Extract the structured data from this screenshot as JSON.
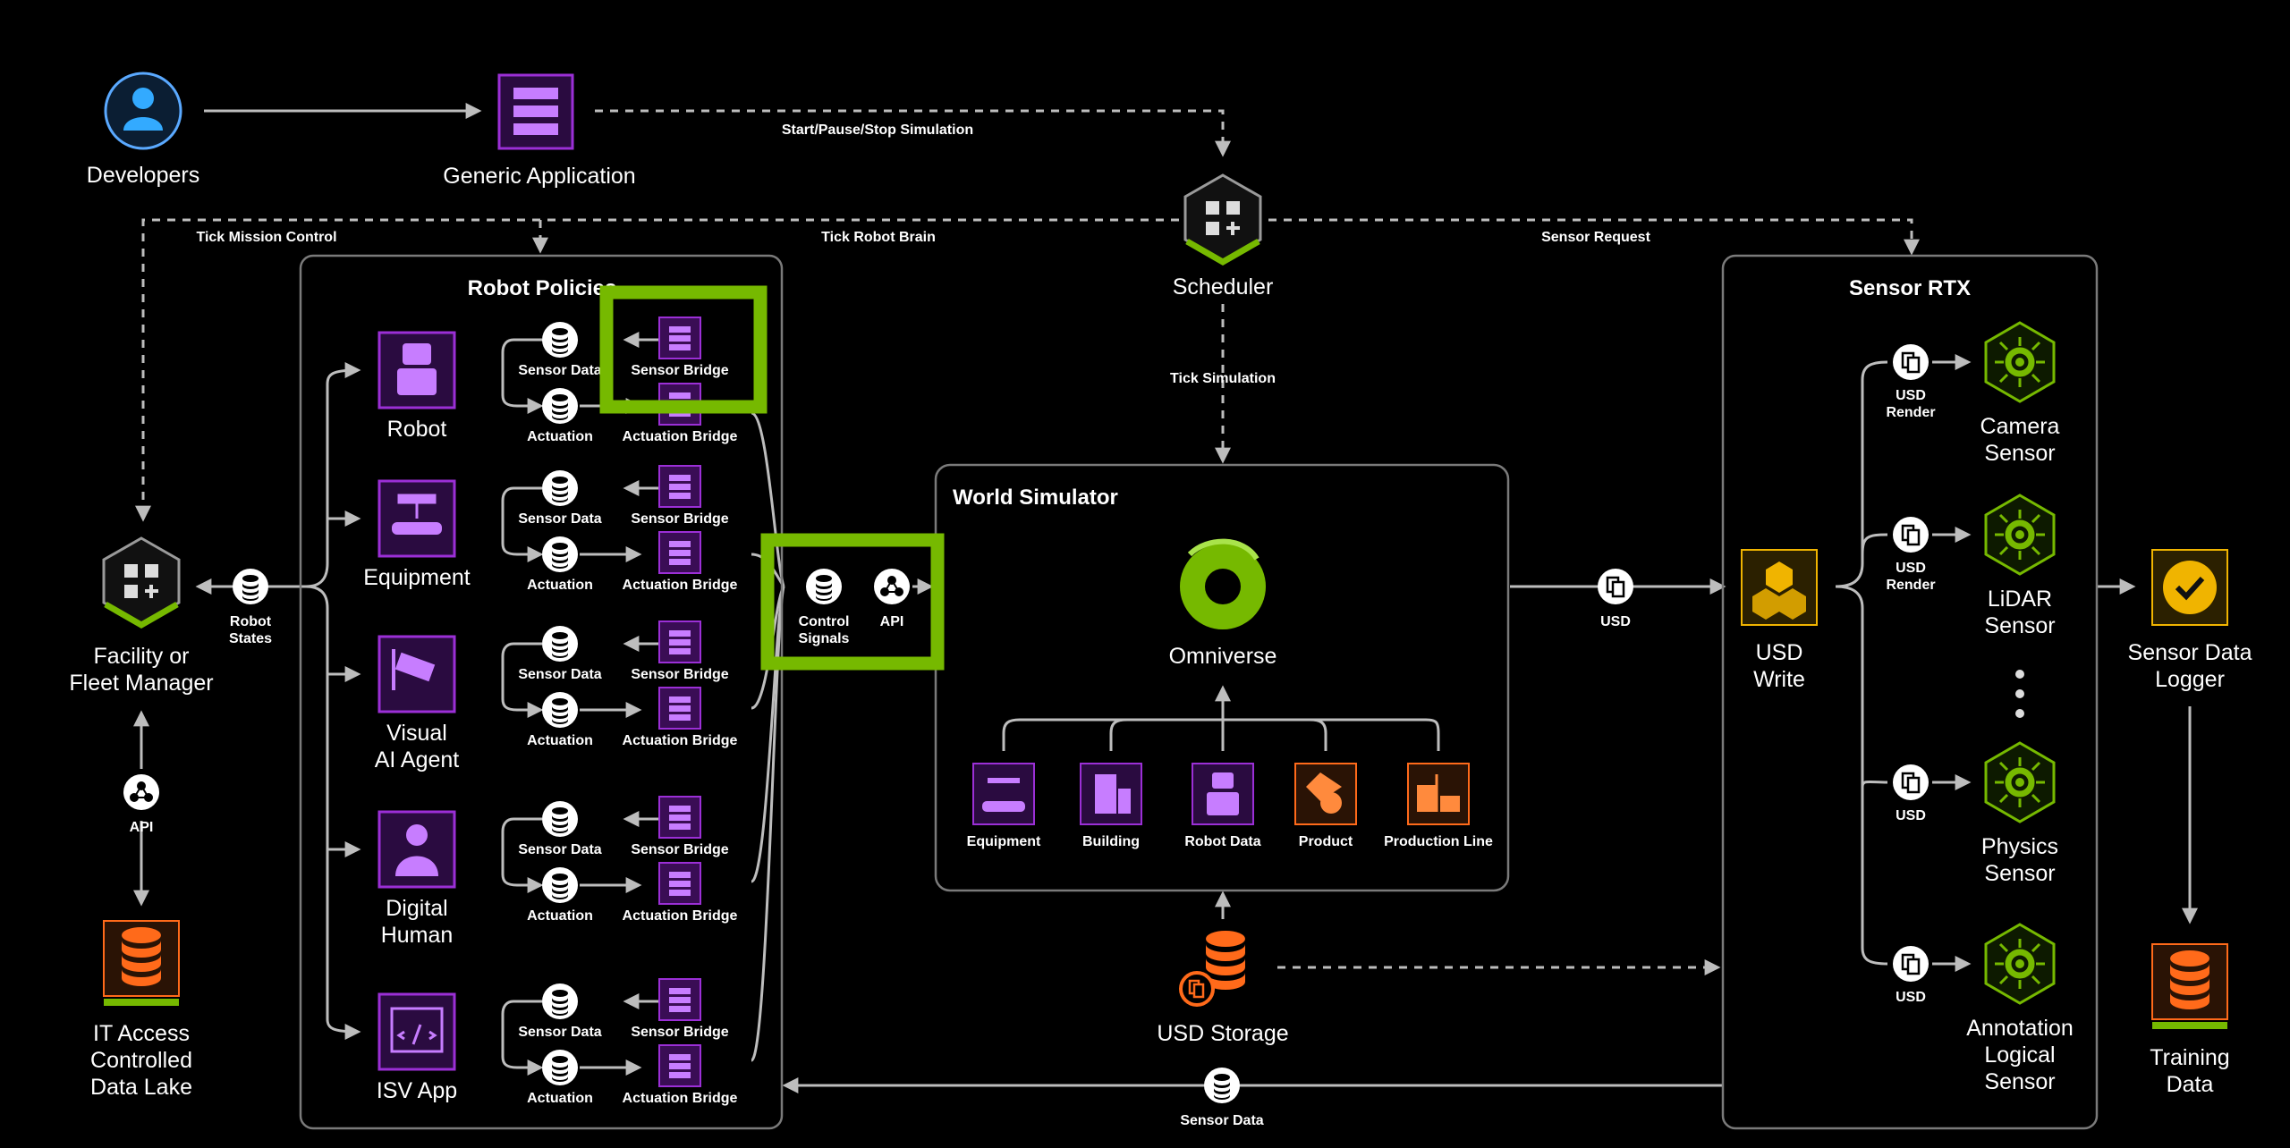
{
  "top": {
    "developers": "Developers",
    "generic_application": "Generic Application",
    "start_pause_stop": "Start/Pause/Stop Simulation",
    "scheduler": "Scheduler",
    "tick_mission_control": "Tick Mission Control",
    "tick_robot_brain": "Tick Robot Brain",
    "sensor_request": "Sensor Request",
    "tick_simulation": "Tick Simulation"
  },
  "left": {
    "facility_line1": "Facility or",
    "facility_line2": "Fleet Manager",
    "robot_states_line1": "Robot",
    "robot_states_line2": "States",
    "api": "API",
    "data_lake_line1": "IT Access",
    "data_lake_line2": "Controlled",
    "data_lake_line3": "Data Lake"
  },
  "robot_policies": {
    "title": "Robot Policies",
    "rows": [
      {
        "agent_line1": "Robot",
        "agent_line2": "",
        "sensor_data": "Sensor Data",
        "sensor_bridge": "Sensor Bridge",
        "actuation": "Actuation",
        "actuation_bridge": "Actuation Bridge"
      },
      {
        "agent_line1": "Equipment",
        "agent_line2": "",
        "sensor_data": "Sensor Data",
        "sensor_bridge": "Sensor Bridge",
        "actuation": "Actuation",
        "actuation_bridge": "Actuation Bridge"
      },
      {
        "agent_line1": "Visual",
        "agent_line2": "AI Agent",
        "sensor_data": "Sensor Data",
        "sensor_bridge": "Sensor Bridge",
        "actuation": "Actuation",
        "actuation_bridge": "Actuation Bridge"
      },
      {
        "agent_line1": "Digital",
        "agent_line2": "Human",
        "sensor_data": "Sensor Data",
        "sensor_bridge": "Sensor Bridge",
        "actuation": "Actuation",
        "actuation_bridge": "Actuation Bridge"
      },
      {
        "agent_line1": "ISV App",
        "agent_line2": "",
        "sensor_data": "Sensor Data",
        "sensor_bridge": "Sensor Bridge",
        "actuation": "Actuation",
        "actuation_bridge": "Actuation Bridge"
      }
    ]
  },
  "control": {
    "control_signals_line1": "Control",
    "control_signals_line2": "Signals",
    "api": "API"
  },
  "world_simulator": {
    "title": "World Simulator",
    "omniverse": "Omniverse",
    "assets": [
      "Equipment",
      "Building",
      "Robot Data",
      "Product",
      "Production Line"
    ]
  },
  "storage": {
    "usd_storage": "USD Storage",
    "sensor_data": "Sensor Data"
  },
  "usd_link": "USD",
  "sensor_rtx": {
    "title": "Sensor RTX",
    "usd_write_line1": "USD",
    "usd_write_line2": "Write",
    "sensors": [
      {
        "conn_line1": "USD",
        "conn_line2": "Render",
        "name_line1": "Camera",
        "name_line2": "Sensor",
        "name_line3": ""
      },
      {
        "conn_line1": "USD",
        "conn_line2": "Render",
        "name_line1": "LiDAR",
        "name_line2": "Sensor",
        "name_line3": ""
      },
      {
        "conn_line1": "USD",
        "conn_line2": "",
        "name_line1": "Physics",
        "name_line2": "Sensor",
        "name_line3": ""
      },
      {
        "conn_line1": "USD",
        "conn_line2": "",
        "name_line1": "Annotation",
        "name_line2": "Logical",
        "name_line3": "Sensor"
      }
    ]
  },
  "right": {
    "logger_line1": "Sensor Data",
    "logger_line2": "Logger",
    "training_line1": "Training",
    "training_line2": "Data"
  },
  "colors": {
    "purple": "#9b2fd6",
    "orange": "#ff6a1a",
    "green": "#76b900",
    "yellow": "#f0b400",
    "frame": "#7a7a7a"
  },
  "icons": {
    "developers": "user-icon",
    "generic_application": "server-stack-icon",
    "scheduler": "grid-plus-icon",
    "facility": "grid-plus-icon",
    "data_lake": "database-icon",
    "omniverse": "omniverse-logo-icon",
    "usd_write": "usd-cubes-icon",
    "logger": "checkmark-icon",
    "sensor": "gear-chip-icon"
  }
}
